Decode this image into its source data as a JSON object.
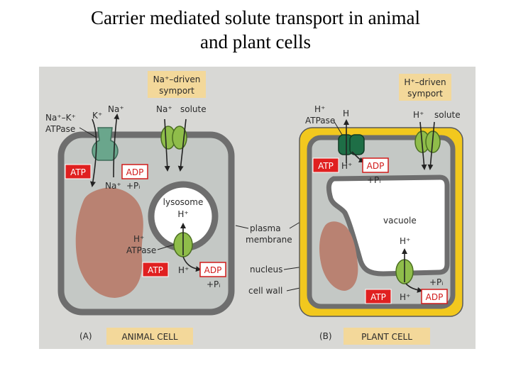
{
  "title": {
    "line1": "Carrier mediated solute transport in animal",
    "line2": "and plant cells"
  },
  "colors": {
    "background": "#d8d8d5",
    "cytoplasm": "#c4c8c5",
    "membrane": "#6e6e6e",
    "cell_wall": "#f2c81e",
    "nucleus": "#b98272",
    "carrier": "#8fbd4a",
    "atpase_animal": "#6aa68c",
    "atpase_plant": "#1e6e46",
    "label_box": "#f3d89a",
    "atp_fill": "#e02020",
    "adp_text": "#d11a1a"
  },
  "labels": {
    "na_driven_symport_1": "Na⁺–driven",
    "na_driven_symport_2": "symport",
    "h_driven_symport_1": "H⁺–driven",
    "h_driven_symport_2": "symport",
    "na_k_atpase_1": "Na⁺–K⁺",
    "na_k_atpase_2": "ATPase",
    "k_plus": "K⁺",
    "na_plus": "Na⁺",
    "na_plus_bottom": "Na⁺",
    "na_sym": "Na⁺",
    "solute_animal": "solute",
    "atp": "ATP",
    "adp": "ADP",
    "pi": "+Pᵢ",
    "lysosome": "lysosome",
    "h_plus_lyso": "H⁺",
    "h_atpase_lyso_1": "H⁺",
    "h_atpase_lyso_2": "ATPase",
    "h_plus_lyso_out": "H⁺",
    "plasma_membrane_1": "plasma",
    "plasma_membrane_2": "membrane",
    "nucleus": "nucleus",
    "cell_wall": "cell wall",
    "h_atpase_plant_1": "H⁺",
    "h_atpase_plant_2": "ATPase",
    "h_top": "H",
    "h_plus_plant": "H⁺",
    "h_plus_sym": "H⁺",
    "solute_plant": "solute",
    "vacuole": "vacuole",
    "h_plus_vac": "H⁺",
    "h_plus_vac_out": "H⁺",
    "caption_a_letter": "(A)",
    "caption_a": "ANIMAL CELL",
    "caption_b_letter": "(B)",
    "caption_b": "PLANT CELL"
  }
}
